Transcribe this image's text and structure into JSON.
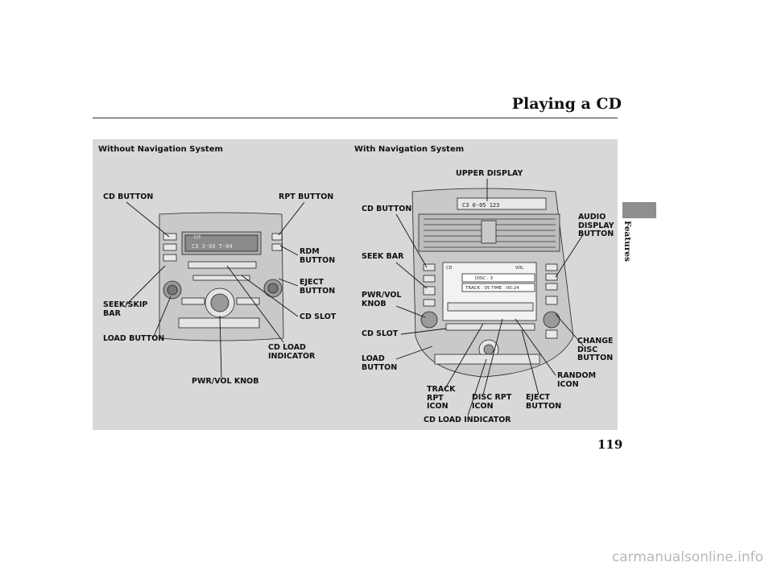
{
  "page": {
    "title": "Playing a CD",
    "section_tab": "Features",
    "page_number": "119",
    "watermark": "carmanualsonline.info"
  },
  "left_figure": {
    "heading": "Without Navigation System",
    "labels": {
      "cd_button": "CD BUTTON",
      "rpt_button": "RPT BUTTON",
      "rdm_button": "RDM\nBUTTON",
      "eject_button": "EJECT\nBUTTON",
      "seek_skip_bar": "SEEK/SKIP\nBAR",
      "cd_slot": "CD SLOT",
      "load_button": "LOAD BUTTON",
      "cd_load_indicator": "CD LOAD\nINDICATOR",
      "pwr_vol_knob": "PWR/VOL KNOB"
    },
    "display": {
      "line1": "123",
      "line2": "C3  3-03   T-04"
    }
  },
  "right_figure": {
    "heading": "With Navigation System",
    "labels": {
      "upper_display": "UPPER DISPLAY",
      "cd_button": "CD BUTTON",
      "audio_display_button": "AUDIO\nDISPLAY\nBUTTON",
      "seek_bar": "SEEK BAR",
      "pwr_vol_knob": "PWR/VOL\nKNOB",
      "cd_slot": "CD SLOT",
      "change_disc_button": "CHANGE\nDISC\nBUTTON",
      "load_button": "LOAD\nBUTTON",
      "random_icon": "RANDOM\nICON",
      "track_rpt_icon": "TRACK\nRPT\nICON",
      "disc_rpt_icon": "DISC RPT\nICON",
      "eject_button": "EJECT\nBUTTON",
      "cd_load_indicator": "CD LOAD INDICATOR"
    },
    "screen": {
      "source": "CD",
      "vol": "VOL",
      "disc": "DISC : 3",
      "track": "TRACK : 05   TIME : 00:24"
    },
    "upper_display_text": "C3  0-05  123"
  }
}
